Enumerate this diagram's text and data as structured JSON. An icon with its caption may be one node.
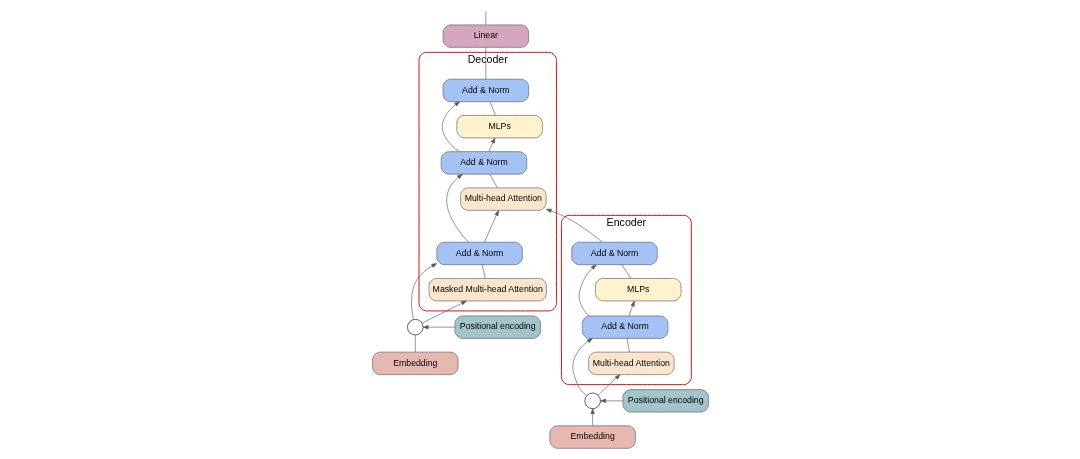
{
  "diagram": {
    "nodes": [
      {
        "text": [
          "Encoder"
        ]
      },
      {
        "text": [
          "Add & Norm"
        ],
        "in": 0
      },
      {
        "text": [
          "MLPs"
        ],
        "in": 0
      },
      {
        "text": [
          "Add & Norm"
        ],
        "in": 0
      },
      {
        "text": [
          "Multi-head Attention"
        ],
        "in": 0
      },
      {
        "text": [],
        "shape": "circle"
      },
      {
        "text": [
          "Positional encoding"
        ]
      },
      {
        "text": [
          "Embedding"
        ]
      },
      {
        "text": [
          "Decoder"
        ]
      },
      {
        "text": [
          "Add & Norm"
        ],
        "in": 8
      },
      {
        "text": [
          "MLPs"
        ],
        "in": 8
      },
      {
        "text": [
          "Add & Norm"
        ],
        "in": 8
      },
      {
        "text": [
          "Multi-head Attention"
        ],
        "in": 8
      },
      {
        "text": [
          "Add & Norm"
        ],
        "in": 8
      },
      {
        "text": [
          "Masked Multi-head Attention"
        ],
        "in": 8
      },
      {
        "text": [],
        "shape": "circle"
      },
      {
        "text": [
          "Positional encoding"
        ]
      },
      {
        "text": [
          "Embedding"
        ]
      },
      {
        "text": [
          "Linear"
        ]
      }
    ],
    "edges": [
      {
        "from": 7,
        "to": 5,
        "arrow": "to"
      },
      {
        "from": 6,
        "to": 5,
        "arrow": "to"
      },
      {
        "from": 5,
        "to": 4,
        "arrow": "to"
      },
      {
        "from": 5,
        "to": 3,
        "arrow": "to"
      },
      {
        "from": 4,
        "to": 3,
        "arrow": "none"
      },
      {
        "from": 3,
        "to": 2,
        "arrow": "to"
      },
      {
        "from": 3,
        "to": 1,
        "arrow": "to"
      },
      {
        "from": 2,
        "to": 1,
        "arrow": "none"
      },
      {
        "from": 1,
        "to": 12,
        "arrow": "to"
      },
      {
        "from": 17,
        "to": 15,
        "arrow": "none"
      },
      {
        "from": 16,
        "to": 15,
        "arrow": "to"
      },
      {
        "from": 15,
        "to": 14,
        "arrow": "to"
      },
      {
        "from": 15,
        "to": 13,
        "arrow": "to"
      },
      {
        "from": 14,
        "to": 13,
        "arrow": "none"
      },
      {
        "from": 13,
        "to": 12,
        "arrow": "to"
      },
      {
        "from": 13,
        "to": 11,
        "arrow": "to"
      },
      {
        "from": 12,
        "to": 11,
        "arrow": "none"
      },
      {
        "from": 11,
        "to": 10,
        "arrow": "to"
      },
      {
        "from": 11,
        "to": 9,
        "arrow": "to"
      },
      {
        "from": 10,
        "to": 9,
        "arrow": "none"
      },
      {
        "from": 9,
        "to": 18,
        "arrow": "none"
      },
      {
        "from": 18,
        "to": null,
        "arrow": "none"
      }
    ]
  }
}
